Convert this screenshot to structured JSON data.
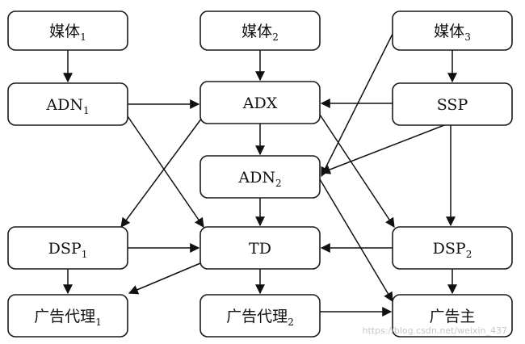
{
  "nodes": [
    {
      "id": "media1",
      "label": "媒体",
      "sub": "1"
    },
    {
      "id": "media2",
      "label": "媒体",
      "sub": "2"
    },
    {
      "id": "media3",
      "label": "媒体",
      "sub": "3"
    },
    {
      "id": "adn1",
      "label": "ADN",
      "sub": "1"
    },
    {
      "id": "adx",
      "label": "ADX",
      "sub": ""
    },
    {
      "id": "ssp",
      "label": "SSP",
      "sub": ""
    },
    {
      "id": "adn2",
      "label": "ADN",
      "sub": "2"
    },
    {
      "id": "dsp1",
      "label": "DSP",
      "sub": "1"
    },
    {
      "id": "td",
      "label": "TD",
      "sub": ""
    },
    {
      "id": "dsp2",
      "label": "DSP",
      "sub": "2"
    },
    {
      "id": "agency1",
      "label": "广告代理",
      "sub": "1"
    },
    {
      "id": "agency2",
      "label": "广告代理",
      "sub": "2"
    },
    {
      "id": "advertiser",
      "label": "广告主",
      "sub": ""
    }
  ],
  "edges": [
    {
      "from": "media1",
      "to": "adn1"
    },
    {
      "from": "media2",
      "to": "adx"
    },
    {
      "from": "media3",
      "to": "ssp"
    },
    {
      "from": "media3",
      "to": "adn2"
    },
    {
      "from": "adn1",
      "to": "adx"
    },
    {
      "from": "adn1",
      "to": "td"
    },
    {
      "from": "ssp",
      "to": "adx"
    },
    {
      "from": "ssp",
      "to": "adn2"
    },
    {
      "from": "ssp",
      "to": "dsp2"
    },
    {
      "from": "adx",
      "to": "adn2"
    },
    {
      "from": "adx",
      "to": "dsp1"
    },
    {
      "from": "adx",
      "to": "dsp2"
    },
    {
      "from": "adn2",
      "to": "td"
    },
    {
      "from": "adn2",
      "to": "advertiser"
    },
    {
      "from": "dsp1",
      "to": "td"
    },
    {
      "from": "dsp1",
      "to": "agency1"
    },
    {
      "from": "dsp2",
      "to": "td"
    },
    {
      "from": "dsp2",
      "to": "advertiser"
    },
    {
      "from": "td",
      "to": "agency1"
    },
    {
      "from": "td",
      "to": "agency2"
    },
    {
      "from": "agency2",
      "to": "advertiser"
    }
  ],
  "watermark": "https://blog.csdn.net/weixin_437"
}
